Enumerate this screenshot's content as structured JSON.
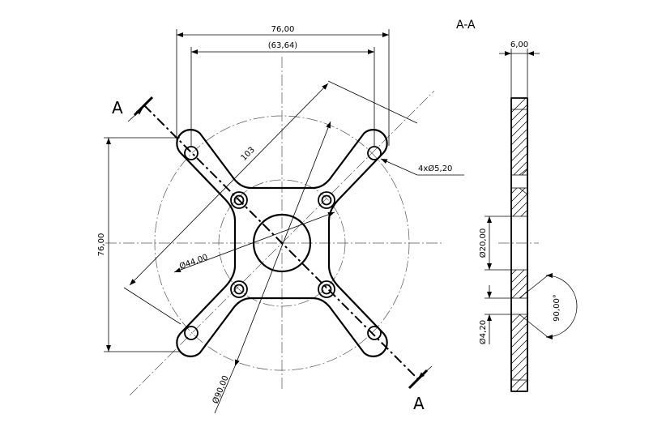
{
  "front_view": {
    "width_dim": "76,00",
    "ref_dim": "(63,64)",
    "height_dim": "76,00",
    "diag_dim": "103",
    "holes_callout": "4xØ5,20",
    "inner_circle_dim": "Ø44,00",
    "outer_circle_dim": "Ø90,00",
    "cut_label_start": "A",
    "cut_label_end": "A"
  },
  "section_view": {
    "title": "A-A",
    "thickness_dim": "6,00",
    "bore_dim": "Ø20,00",
    "hole_dim": "Ø4,20",
    "countersink_angle": "90,00°"
  }
}
